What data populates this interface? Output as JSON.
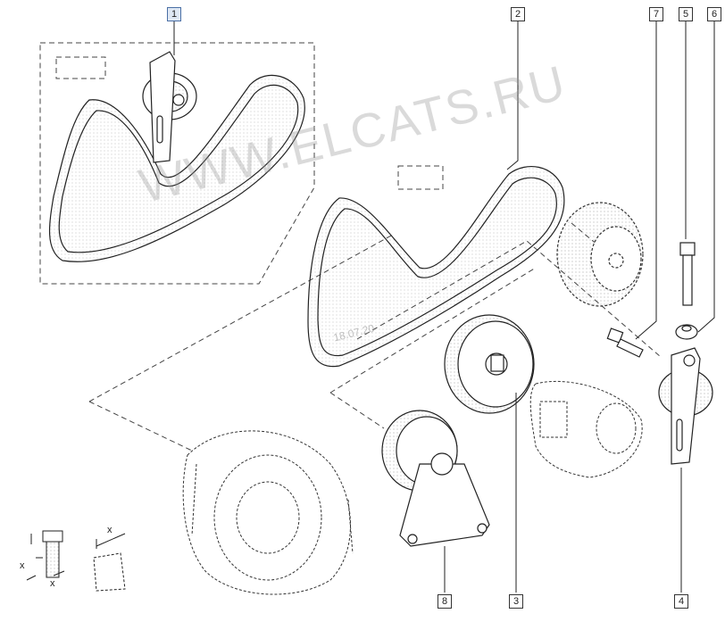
{
  "diagram": {
    "callouts": [
      {
        "id": "1",
        "highlight": true
      },
      {
        "id": "2",
        "highlight": false
      },
      {
        "id": "7",
        "highlight": false
      },
      {
        "id": "5",
        "highlight": false
      },
      {
        "id": "6",
        "highlight": false
      },
      {
        "id": "8",
        "highlight": false
      },
      {
        "id": "3",
        "highlight": false
      },
      {
        "id": "4",
        "highlight": false
      }
    ],
    "watermark": "WWW.ELCATS.RU",
    "date_stamp": "18.07.20",
    "dimension_label": "x"
  }
}
